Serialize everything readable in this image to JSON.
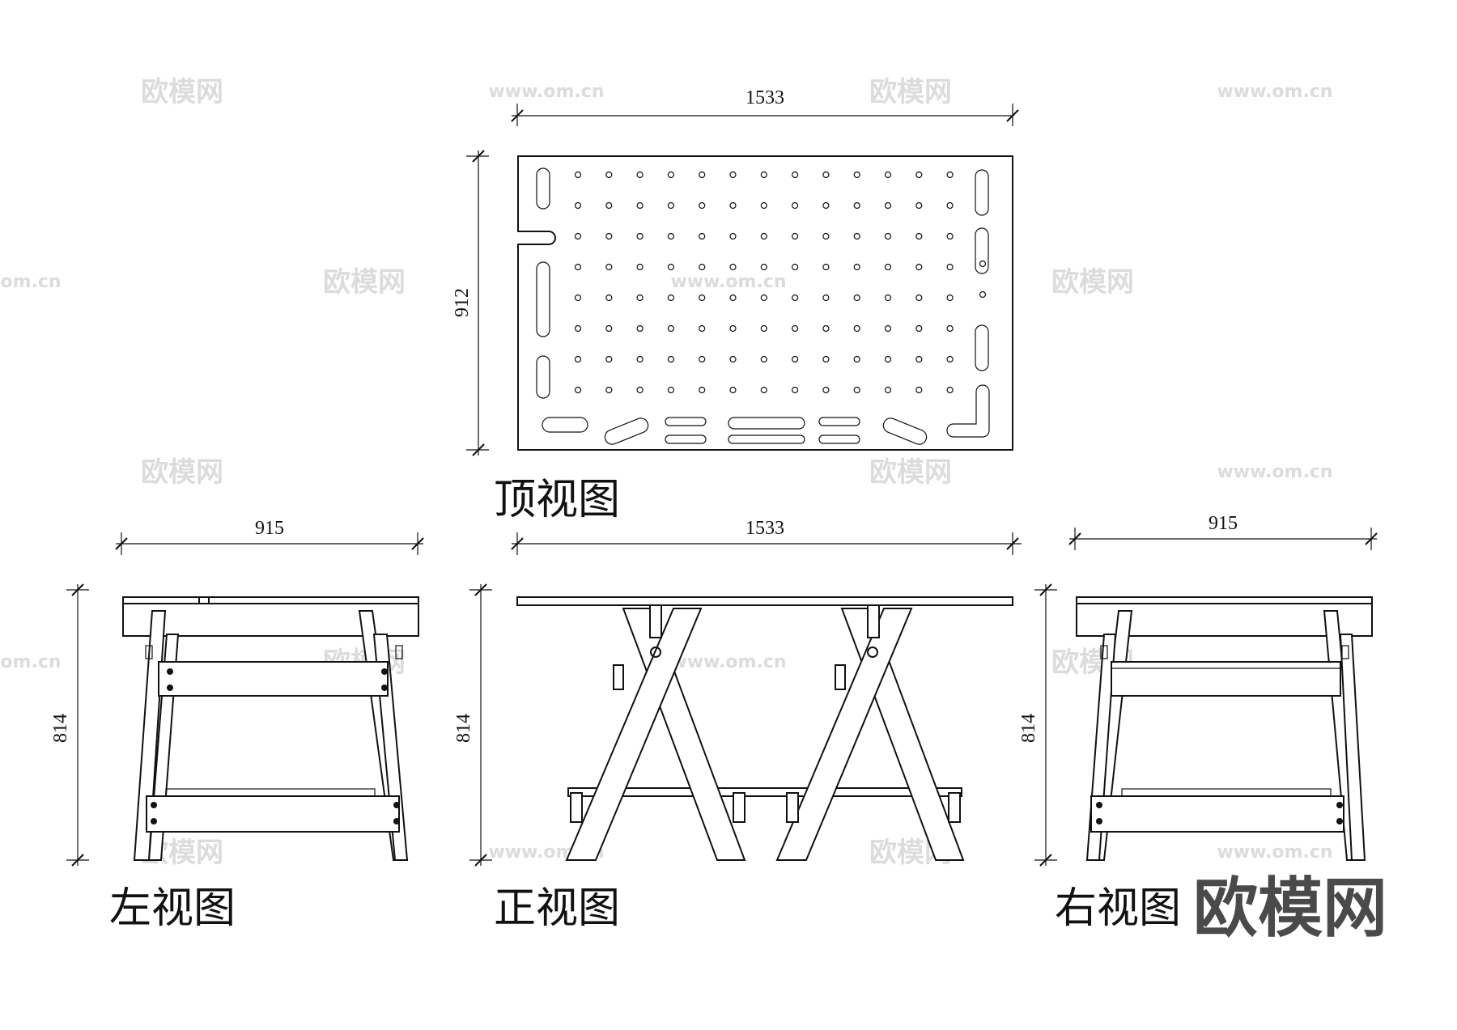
{
  "views": {
    "top": {
      "label": "顶视图",
      "width": "1533",
      "depth": "912"
    },
    "left": {
      "label": "左视图",
      "width": "915",
      "height": "814"
    },
    "front": {
      "label": "正视图",
      "width": "1533",
      "height": "814"
    },
    "right": {
      "label": "右视图",
      "width": "915",
      "height": "814"
    }
  },
  "watermark": {
    "brand": "欧模网",
    "site": "www.om.cn",
    "domain_short": "om.cn"
  },
  "colors": {
    "line": "#111111",
    "watermark": "#dcdcdc",
    "brand": "#4a4a4a"
  }
}
